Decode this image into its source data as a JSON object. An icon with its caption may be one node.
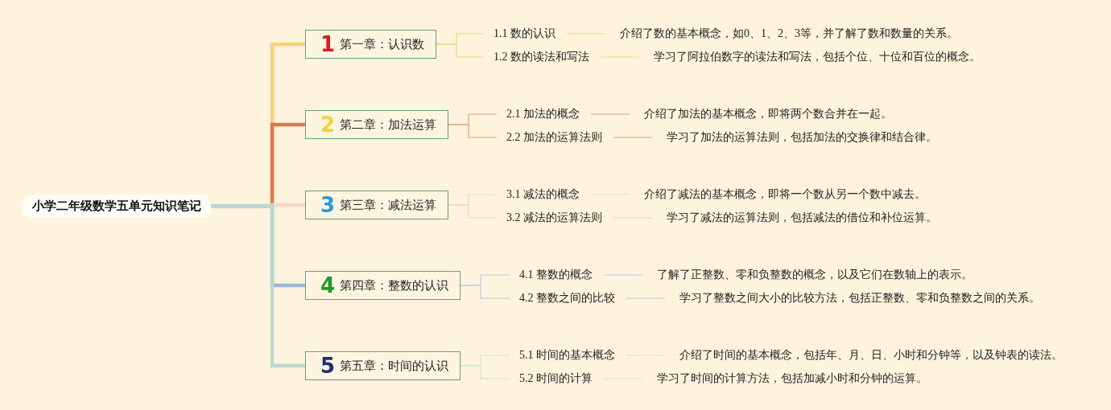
{
  "diagram": {
    "nodes": [
      {
        "text": [
          "小学二年级数学五单元知识笔记"
        ]
      },
      {
        "text": [
          "1",
          "第一章：认识数"
        ]
      },
      {
        "text": [
          "1.1 数的认识"
        ]
      },
      {
        "text": [
          "介绍了数的基本概念，如0、1、2、3等，并了解了数和数量的关系。"
        ]
      },
      {
        "text": [
          "1.2 数的读法和写法"
        ]
      },
      {
        "text": [
          "学习了阿拉伯数字的读法和写法，包括个位、十位和百位的概念。"
        ]
      },
      {
        "text": [
          "2",
          "第二章：加法运算"
        ]
      },
      {
        "text": [
          "2.1 加法的概念"
        ]
      },
      {
        "text": [
          "介绍了加法的基本概念，即将两个数合并在一起。"
        ]
      },
      {
        "text": [
          "2.2 加法的运算法则"
        ]
      },
      {
        "text": [
          "学习了加法的运算法则，包括加法的交换律和结合律。"
        ]
      },
      {
        "text": [
          "3",
          "第三章：减法运算"
        ]
      },
      {
        "text": [
          "3.1 减法的概念"
        ]
      },
      {
        "text": [
          "介绍了减法的基本概念，即将一个数从另一个数中减去。"
        ]
      },
      {
        "text": [
          "3.2 减法的运算法则"
        ]
      },
      {
        "text": [
          "学习了减法的运算法则，包括减法的借位和补位运算。"
        ]
      },
      {
        "text": [
          "4",
          "第四章：整数的认识"
        ]
      },
      {
        "text": [
          "4.1 整数的概念"
        ]
      },
      {
        "text": [
          "了解了正整数、零和负整数的概念，以及它们在数轴上的表示。"
        ]
      },
      {
        "text": [
          "4.2 整数之间的比较"
        ]
      },
      {
        "text": [
          "学习了整数之间大小的比较方法，包括正整数、零和负整数之间的关系。"
        ]
      },
      {
        "text": [
          "5",
          "第五章：时间的认识"
        ]
      },
      {
        "text": [
          "5.1 时间的基本概念"
        ]
      },
      {
        "text": [
          "介绍了时间的基本概念，包括年、月、日、小时和分钟等，以及钟表的读法。"
        ]
      },
      {
        "text": [
          "5.2 时间的计算"
        ]
      },
      {
        "text": [
          "学习了时间的计算方法，包括加减小时和分钟的运算。"
        ]
      }
    ],
    "edges": [
      {
        "from": 0,
        "to": 1,
        "arrow": "none",
        "style": "thick",
        "color": "#f5d37a"
      },
      {
        "from": 1,
        "to": 2,
        "arrow": "none",
        "color": "#f5d37a"
      },
      {
        "from": 2,
        "to": 3,
        "arrow": "none",
        "color": "#f5d37a"
      },
      {
        "from": 1,
        "to": 4,
        "arrow": "none",
        "color": "#f5d37a"
      },
      {
        "from": 4,
        "to": 5,
        "arrow": "none",
        "color": "#f5d37a"
      },
      {
        "from": 0,
        "to": 6,
        "arrow": "none",
        "style": "thick",
        "color": "#e07650"
      },
      {
        "from": 6,
        "to": 7,
        "arrow": "none",
        "color": "#e8a07e"
      },
      {
        "from": 7,
        "to": 8,
        "arrow": "none",
        "color": "#e8a07e"
      },
      {
        "from": 6,
        "to": 9,
        "arrow": "none",
        "color": "#e8a07e"
      },
      {
        "from": 9,
        "to": 10,
        "arrow": "none",
        "color": "#e8a07e"
      },
      {
        "from": 0,
        "to": 11,
        "arrow": "none",
        "style": "thick",
        "color": "#f6d6c8"
      },
      {
        "from": 11,
        "to": 12,
        "arrow": "none",
        "color": "#efd2c2"
      },
      {
        "from": 12,
        "to": 13,
        "arrow": "none",
        "color": "#efd2c2"
      },
      {
        "from": 11,
        "to": 14,
        "arrow": "none",
        "color": "#efd2c2"
      },
      {
        "from": 14,
        "to": 15,
        "arrow": "none",
        "color": "#efd2c2"
      },
      {
        "from": 0,
        "to": 16,
        "arrow": "none",
        "style": "thick",
        "color": "#98b8dc"
      },
      {
        "from": 16,
        "to": 17,
        "arrow": "none",
        "color": "#b4cbe2"
      },
      {
        "from": 17,
        "to": 18,
        "arrow": "none",
        "color": "#b4cbe2"
      },
      {
        "from": 16,
        "to": 19,
        "arrow": "none",
        "color": "#b4cbe2"
      },
      {
        "from": 19,
        "to": 20,
        "arrow": "none",
        "color": "#b4cbe2"
      },
      {
        "from": 0,
        "to": 21,
        "arrow": "none",
        "style": "thick",
        "color": "#bcd8d0"
      },
      {
        "from": 21,
        "to": 22,
        "arrow": "none",
        "color": "#cfe2da"
      },
      {
        "from": 22,
        "to": 23,
        "arrow": "none",
        "color": "#cfe2da"
      },
      {
        "from": 21,
        "to": 24,
        "arrow": "none",
        "color": "#cfe2da"
      },
      {
        "from": 24,
        "to": 25,
        "arrow": "none",
        "color": "#cfe2da"
      }
    ]
  }
}
